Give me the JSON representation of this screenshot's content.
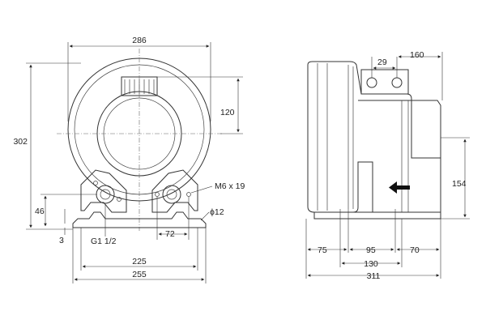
{
  "front_view": {
    "dims": {
      "width_top": "286",
      "height_total": "302",
      "inlet_offset": "120",
      "foot_height": "46",
      "base_thickness": "3",
      "port_thread": "G1 1/2",
      "bolt_spacing": "72",
      "bolt_hole": "M6 x 19",
      "foot_hole": "ϕ12",
      "foot_spacing": "225",
      "base_width": "255"
    }
  },
  "side_view": {
    "dims": {
      "port_spacing": "29",
      "port_offset": "160",
      "overall_height": "154",
      "front_offset": "75",
      "foot_spacing": "95",
      "rear_offset": "70",
      "foot_length": "130",
      "overall_length": "311"
    },
    "flow_arrow": "arrow-left-icon"
  }
}
